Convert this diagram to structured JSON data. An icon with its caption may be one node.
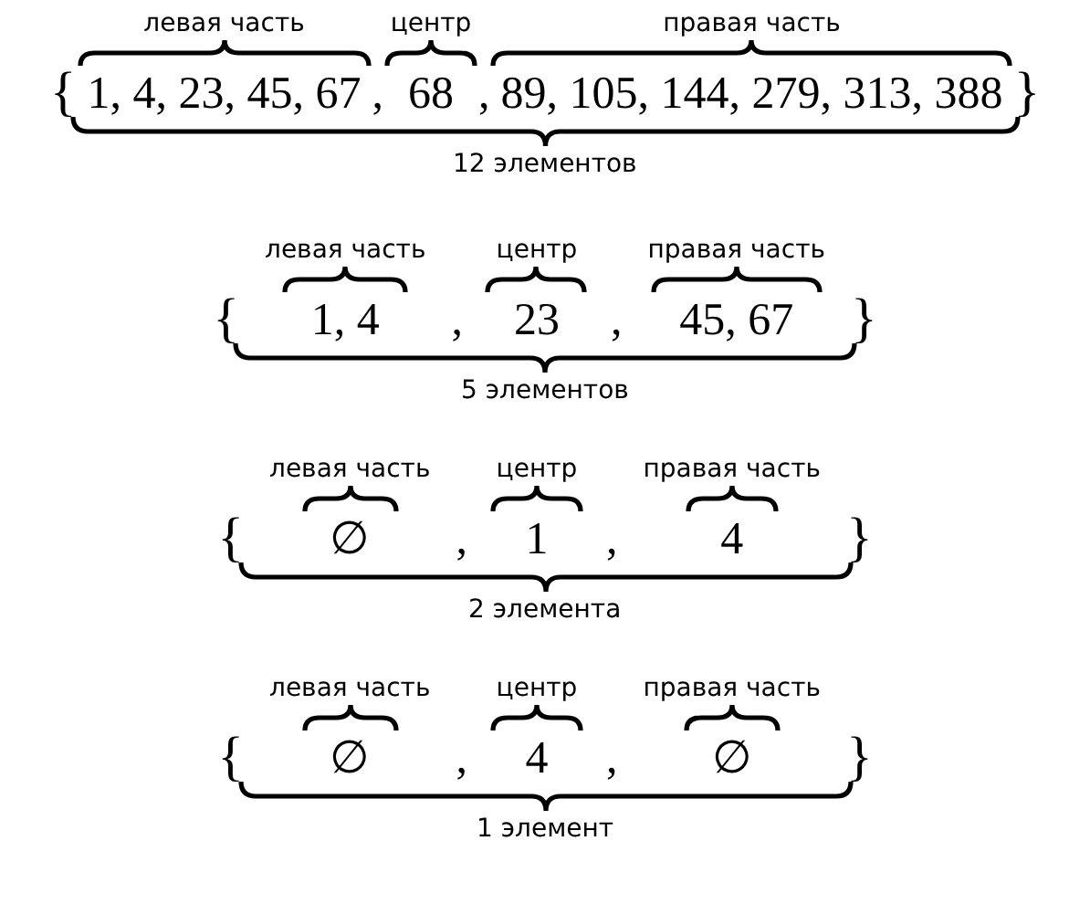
{
  "diagram": {
    "labels": [
      "левая часть",
      "центр",
      "правая часть",
      "{",
      "1, 4, 23, 45, 67",
      ",",
      "68",
      ",",
      "89, 105, 144, 279, 313, 388",
      "}",
      "12 элементов",
      "левая часть",
      "центр",
      "правая часть",
      "{",
      "1, 4",
      ",",
      "23",
      ",",
      "45, 67",
      "}",
      "5 элементов",
      "левая часть",
      "центр",
      "правая часть",
      "{",
      "∅",
      ",",
      "1",
      ",",
      "4",
      "}",
      "2 элемента",
      "левая часть",
      "центр",
      "правая часть",
      "{",
      "∅",
      ",",
      "4",
      ",",
      "∅",
      "}",
      "1 элемент"
    ]
  }
}
